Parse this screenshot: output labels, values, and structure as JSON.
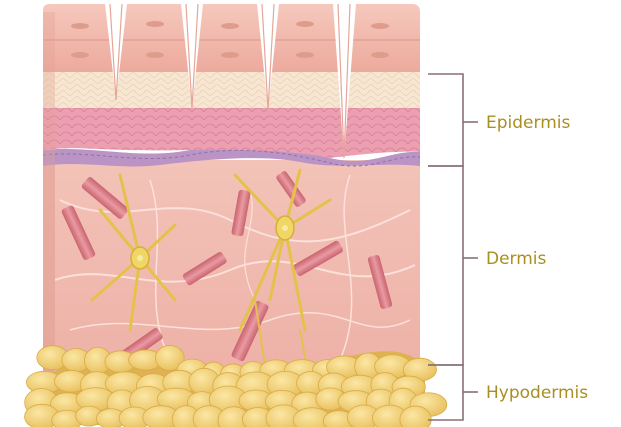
{
  "colors": {
    "label_text": "#a98f22",
    "bracket": "#8a6f76",
    "background": "#ffffff",
    "epidermis_top": "#f1b9ae",
    "epidermis_cell_dark": "#e5a092",
    "stratum_light": "#f7e8d6",
    "stratum_pink": "#ec9fb1",
    "basal_purple": "#b994c4",
    "dermis": "#f1bab1",
    "muscle": "#d97a86",
    "nerve_cell": "#e8cd56",
    "fat": "#f2d27c",
    "fat_shadow": "#d8ac46"
  },
  "labels": {
    "epidermis": "Epidermis",
    "dermis": "Dermis",
    "hypodermis": "Hypodermis"
  }
}
